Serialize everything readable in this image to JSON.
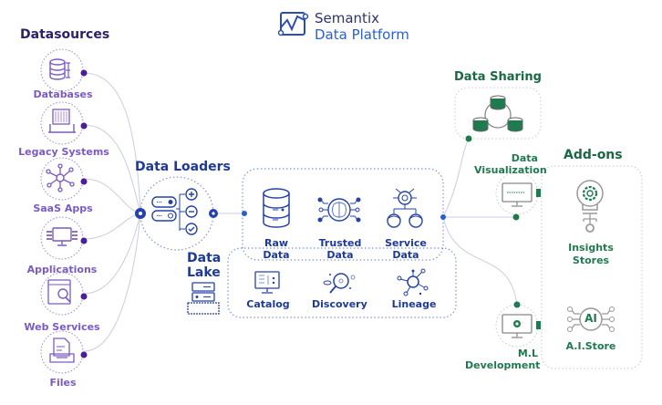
{
  "logo": {
    "title_line1": "Semantix",
    "title_line2": "Data Platform",
    "icon": "waveform-chip-icon",
    "color": "#2b4fb0"
  },
  "datasources": {
    "heading": "Datasources",
    "items": [
      {
        "label": "Databases",
        "icon": "database-icon"
      },
      {
        "label": "Legacy Systems",
        "icon": "legacy-laptop-icon"
      },
      {
        "label": "SaaS Apps",
        "icon": "network-hub-icon"
      },
      {
        "label": "Applications",
        "icon": "monitor-circuit-icon"
      },
      {
        "label": "Web Services",
        "icon": "web-search-icon"
      },
      {
        "label": "Files",
        "icon": "file-tray-icon"
      }
    ],
    "color": "#7b5ac3",
    "heading_color": "#2d1f6b"
  },
  "data_loaders": {
    "heading": "Data Loaders",
    "icon": "server-controls-icon",
    "color": "#1e3a99"
  },
  "pipeline": {
    "items": [
      {
        "label_line1": "Raw",
        "label_line2": "Data",
        "icon": "database-stack-icon"
      },
      {
        "label_line1": "Trusted",
        "label_line2": "Data",
        "icon": "brain-circuit-icon"
      },
      {
        "label_line1": "Service",
        "label_line2": "Data",
        "icon": "users-gear-icon"
      }
    ]
  },
  "data_lake": {
    "heading_line1": "Data",
    "heading_line2": "Lake",
    "icon": "lake-server-icon",
    "items": [
      {
        "label": "Catalog",
        "icon": "catalog-monitor-icon"
      },
      {
        "label": "Discovery",
        "icon": "discovery-magnifier-icon"
      },
      {
        "label": "Lineage",
        "icon": "lineage-graph-icon"
      }
    ]
  },
  "data_sharing": {
    "heading": "Data Sharing",
    "icon": "shared-databases-icon",
    "color": "#1f7a4f"
  },
  "outputs": {
    "data_visualization": {
      "label_line1": "Data",
      "label_line2": "Visualization",
      "icon": "chart-monitor-icon"
    },
    "ml_development": {
      "label_line1": "M.L",
      "label_line2": "Development",
      "icon": "ml-monitor-icon"
    }
  },
  "addons": {
    "heading": "Add-ons",
    "items": [
      {
        "label_line1": "Insights",
        "label_line2": "Stores",
        "icon": "lightbulb-gear-icon"
      },
      {
        "label_line1": "A.I.Store",
        "label_line2": "",
        "icon": "ai-chip-icon",
        "badge": "AI"
      }
    ],
    "color": "#1f7a4f"
  }
}
